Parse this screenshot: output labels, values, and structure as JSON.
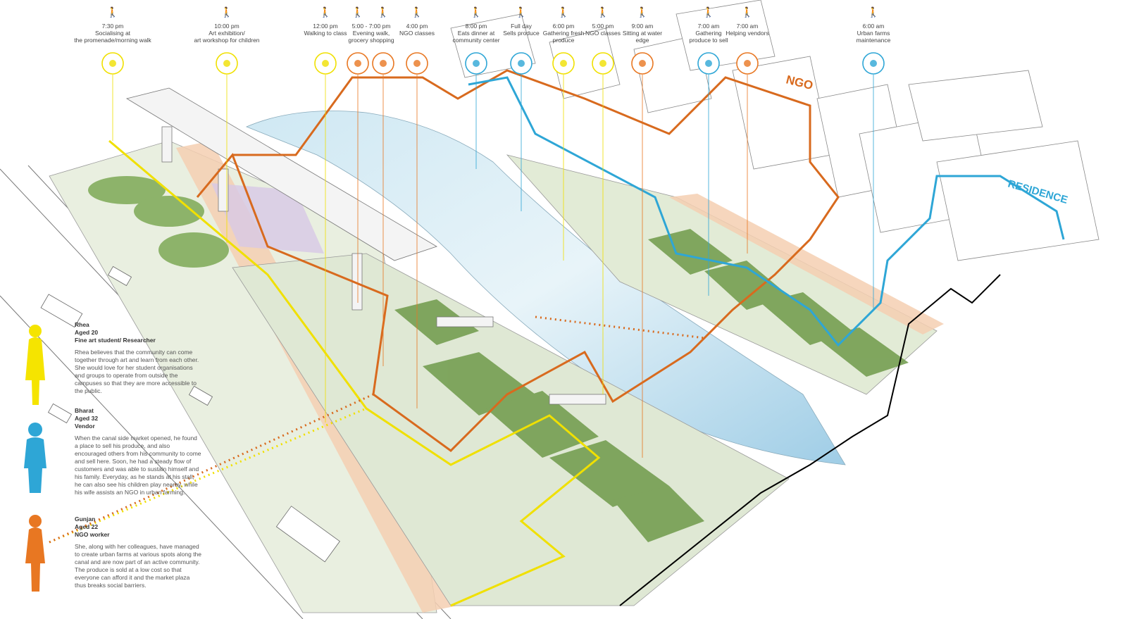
{
  "activities": [
    {
      "time": "7:30 pm",
      "desc": "Socialising at the promenade/morning walk",
      "color": "#f0e000",
      "icon": "walk-steps-icon"
    },
    {
      "time": "10:00 pm",
      "desc": "Art exhibition/ art workshop for children",
      "color": "#f0e000",
      "icon": "art-workshop-icon"
    },
    {
      "time": "12:00 pm",
      "desc": "Walking to class",
      "color": "#f0e000",
      "icon": "walking-icon"
    },
    {
      "time": "5:00 - 7:00 pm",
      "desc": "Evening walk, grocery shopping",
      "color": "#e87722",
      "icon": "shopping-walk-icon"
    },
    {
      "time": "4:00 pm",
      "desc": "NGO classes",
      "color": "#e87722",
      "icon": "ngo-class-icon"
    },
    {
      "time": "8:00 pm",
      "desc": "Eats dinner at community center",
      "color": "#2ea6d6",
      "icon": "dinner-icon"
    },
    {
      "time": "Full day",
      "desc": "Sells produce",
      "color": "#2ea6d6",
      "icon": "market-stall-icon"
    },
    {
      "time": "6:00 pm",
      "desc": "Gathering fresh produce",
      "color": "#f0e000",
      "icon": "produce-icon"
    },
    {
      "time": "5:00 pm",
      "desc": "NGO classes",
      "color": "#f0e000",
      "icon": "class-icon"
    },
    {
      "time": "9:00 am",
      "desc": "Sitting at water edge",
      "color": "#e87722",
      "icon": "water-edge-icon"
    },
    {
      "time": "7:00 am",
      "desc": "Gathering produce to sell",
      "color": "#2ea6d6",
      "icon": "cart-icon"
    },
    {
      "time": "7:00 am",
      "desc": "Helping vendors",
      "color": "#e87722",
      "icon": "helping-icon"
    },
    {
      "time": "6:00 am",
      "desc": "Urban farms maintenance",
      "color": "#2ea6d6",
      "icon": "farm-maintenance-icon"
    }
  ],
  "labels": {
    "ngo": "NGO",
    "residence": "RESIDENCE"
  },
  "personas": [
    {
      "name": "Rhea",
      "age": "Aged 20",
      "role": "Fine art student/ Researcher",
      "color": "#f5e400",
      "bio": "Rhea believes that the community can come together through art and learn from each other. She would love for her student organisations and groups to operate from outside the campuses so that they are more accessible to the public."
    },
    {
      "name": "Bharat",
      "age": "Aged 32",
      "role": "Vendor",
      "color": "#2ea6d6",
      "bio": "When the canal side market opened, he found a place to sell his produce, and also encouraged others from his community to come and sell here. Soon, he had a steady flow of customers and was able to sustain himself and his family. Everyday, as he stands at his stall, he can also see his children play nearby, while his wife assists an NGO in urban farming."
    },
    {
      "name": "Gunjan",
      "age": "Aged 22",
      "role": "NGO worker",
      "color": "#e87722",
      "bio": "She, along with her colleagues, have managed to create urban farms at various spots along the canal and are now part of an active community. The produce is sold at a low cost so that everyone can afford it and the market plaza thus breaks social barriers."
    }
  ],
  "colors": {
    "yellow": "#f0e000",
    "orange": "#d86a1e",
    "blue": "#2ea6d6",
    "water": "#bfe0ef",
    "grass": "#7fa85a",
    "path": "#f2c9a8"
  }
}
